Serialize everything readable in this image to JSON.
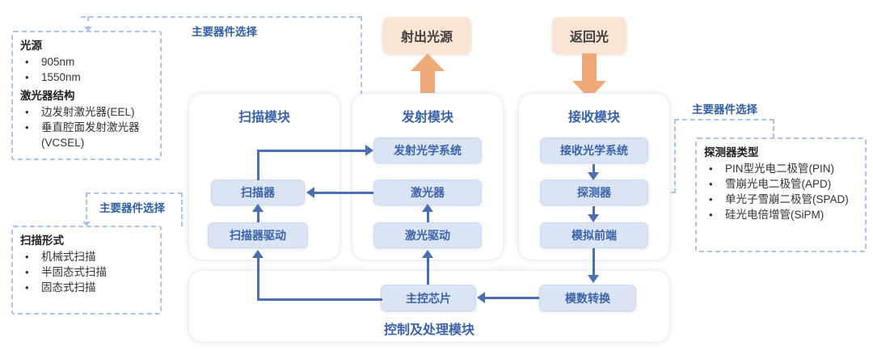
{
  "diagram": {
    "title_hidden": "",
    "colors": {
      "node_fill": "#dbe4f4",
      "node_text": "#3a63ab",
      "module_border": "#eceff3",
      "arrow_blue": "#4a6fb5",
      "dash_blue": "#a9c6e8",
      "pill_fill": "#fae4d4",
      "pill_arrow": "#f0a977"
    }
  },
  "flow_pills": {
    "emit": "射出光源",
    "return": "返回光"
  },
  "modules": {
    "scan": {
      "title": "扫描模块"
    },
    "emit": {
      "title": "发射模块"
    },
    "receive": {
      "title": "接收模块"
    },
    "control": {
      "title": "控制及处理模块"
    }
  },
  "nodes": {
    "scanner": "扫描器",
    "scanner_driver": "扫描器驱动",
    "emit_optics": "发射光学系统",
    "laser": "激光器",
    "laser_driver": "激光驱动",
    "recv_optics": "接收光学系统",
    "detector": "探测器",
    "analog_frontend": "模拟前端",
    "adc": "模数转换",
    "main_chip": "主控芯片"
  },
  "connector_labels": {
    "top": "主要器件选择",
    "left": "主要器件选择",
    "right": "主要器件选择"
  },
  "panels": {
    "light_source": {
      "sections": [
        {
          "title": "光源",
          "items": [
            "905nm",
            "1550nm"
          ]
        },
        {
          "title": "激光器结构",
          "items": [
            "边发射激光器(EEL)",
            "垂直腔面发射激光器(VCSEL)"
          ]
        }
      ]
    },
    "scan_form": {
      "sections": [
        {
          "title": "扫描形式",
          "items": [
            "机械式扫描",
            "半固态式扫描",
            "固态式扫描"
          ]
        }
      ]
    },
    "detector_type": {
      "sections": [
        {
          "title": "探测器类型",
          "items": [
            "PIN型光电二极管(PIN)",
            "雪崩光电二极管(APD)",
            "单光子雪崩二极管(SPAD)",
            "硅光电倍增管(SiPM)"
          ]
        }
      ]
    }
  }
}
